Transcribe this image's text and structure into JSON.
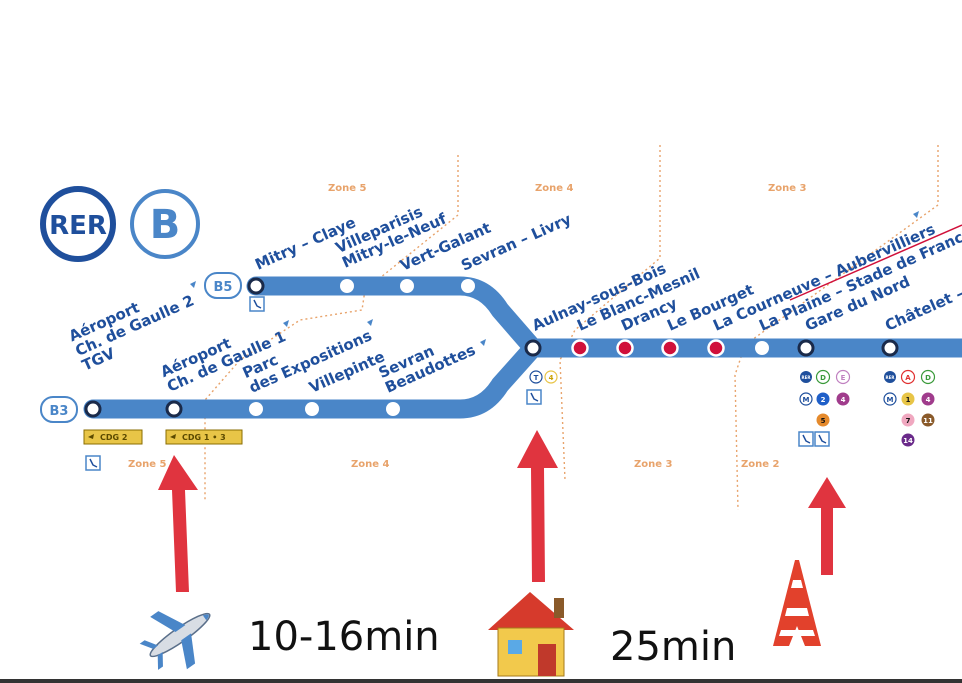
{
  "logo": {
    "rer": "RER",
    "line": "B"
  },
  "branches": {
    "b5": "B5",
    "b3": "B3"
  },
  "zones": [
    "Zone 5",
    "Zone 4",
    "Zone 3",
    "Zone 5",
    "Zone 4",
    "Zone 3",
    "Zone 2"
  ],
  "stations": {
    "cdg2": [
      "Aéroport",
      "Ch. de Gaulle 2",
      "TGV"
    ],
    "cdg1": [
      "Aéroport",
      "Ch. de Gaulle 1"
    ],
    "mitry": "Mitry – Claye",
    "villeparisis": [
      "Villeparisis",
      "Mitry-le-Neuf"
    ],
    "vert_galant": "Vert-Galant",
    "sevran_livry": "Sevran – Livry",
    "parc": [
      "Parc",
      "des Expositions"
    ],
    "villepinte": "Villepinte",
    "sevran_beaudottes": [
      "Sevran",
      "Beaudottes"
    ],
    "aulnay": "Aulnay-sous-Bois",
    "blanc_mesnil": "Le Blanc-Mesnil",
    "drancy": "Drancy",
    "bourget": "Le Bourget",
    "courneuve": "La Courneuve – Aubervilliers",
    "plaine": "La Plaine – Stade de France",
    "gare_nord": "Gare du Nord",
    "chatelet": "Châtelet – L"
  },
  "cdg_tags": {
    "cdg2": "CDG 2",
    "cdg1": "CDG 1 • 3"
  },
  "aulnay_badges": {
    "t": "T",
    "n": "4"
  },
  "gdn_badges": {
    "rer": "RER",
    "d": "D",
    "e": "E",
    "m": "M",
    "l2": "2",
    "l4": "4",
    "l5": "5"
  },
  "chat_badges": {
    "rer": "RER",
    "a": "A",
    "d": "D",
    "m": "M",
    "l1": "1",
    "l4": "4",
    "l7": "7",
    "l11": "11",
    "l14": "14"
  },
  "annotations": {
    "time1": "10-16min",
    "time2": "25min"
  },
  "icons": {
    "plane": "airplane-icon",
    "house": "house-icon",
    "tower": "tokyo-tower-icon"
  },
  "colors": {
    "line": "#4a86c8",
    "logo": "#1f4f9c",
    "zone": "#e8a36b",
    "arrow": "#e0343f",
    "stop_red": "#d0103a"
  }
}
